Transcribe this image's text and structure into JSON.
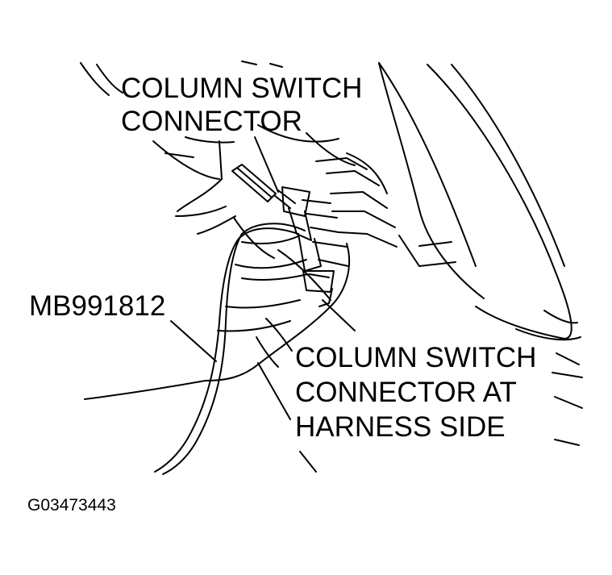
{
  "labels": {
    "column_switch_connector": [
      "COLUMN SWITCH",
      "CONNECTOR"
    ],
    "special_tool": "MB991812",
    "harness_side_connector": [
      "COLUMN SWITCH",
      "CONNECTOR AT",
      "HARNESS SIDE"
    ],
    "figure_id": "G03473443"
  },
  "colors": {
    "ink": "#000000",
    "background": "#ffffff"
  }
}
